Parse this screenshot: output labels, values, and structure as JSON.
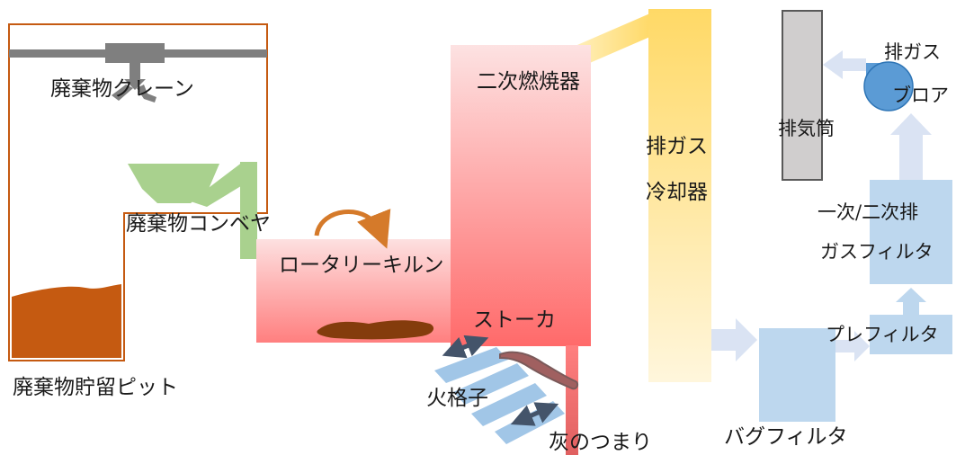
{
  "labels": {
    "crane": "廃棄物クレーン",
    "conveyor": "廃棄物コンベヤ",
    "pit": "廃棄物貯留ピット",
    "kiln": "ロータリーキルン",
    "secondary_combustor": "二次燃焼器",
    "stoker": "ストーカ",
    "grate": "火格子",
    "ash_clog": "灰のつまり",
    "gas_cooler_line1": "排ガス",
    "gas_cooler_line2": "冷却器",
    "bag_filter": "バグフィルタ",
    "pre_filter": "プレフィルタ",
    "gas_filter_line1": "一次/二次排",
    "gas_filter_line2": "ガスフィルタ",
    "stack": "排気筒",
    "blower_line1": "排ガス",
    "blower_line2": "ブロア"
  },
  "colors": {
    "pit_outline": "#c55a11",
    "crane": "#7f7f7f",
    "hopper": "#a9d18e",
    "waste": "#c55a11",
    "kiln": "#ff9a9a",
    "combustor": "#ff8080",
    "cooler": "#ffd966",
    "filter": "#bdd7ee",
    "flow_arrow": "#dae3f3",
    "stack": "#d0cece",
    "blower": "#5b9bd5",
    "rotation_arrow": "#d57a2a",
    "grate": "#9dc3e6",
    "grate_arrow": "#44546a"
  }
}
